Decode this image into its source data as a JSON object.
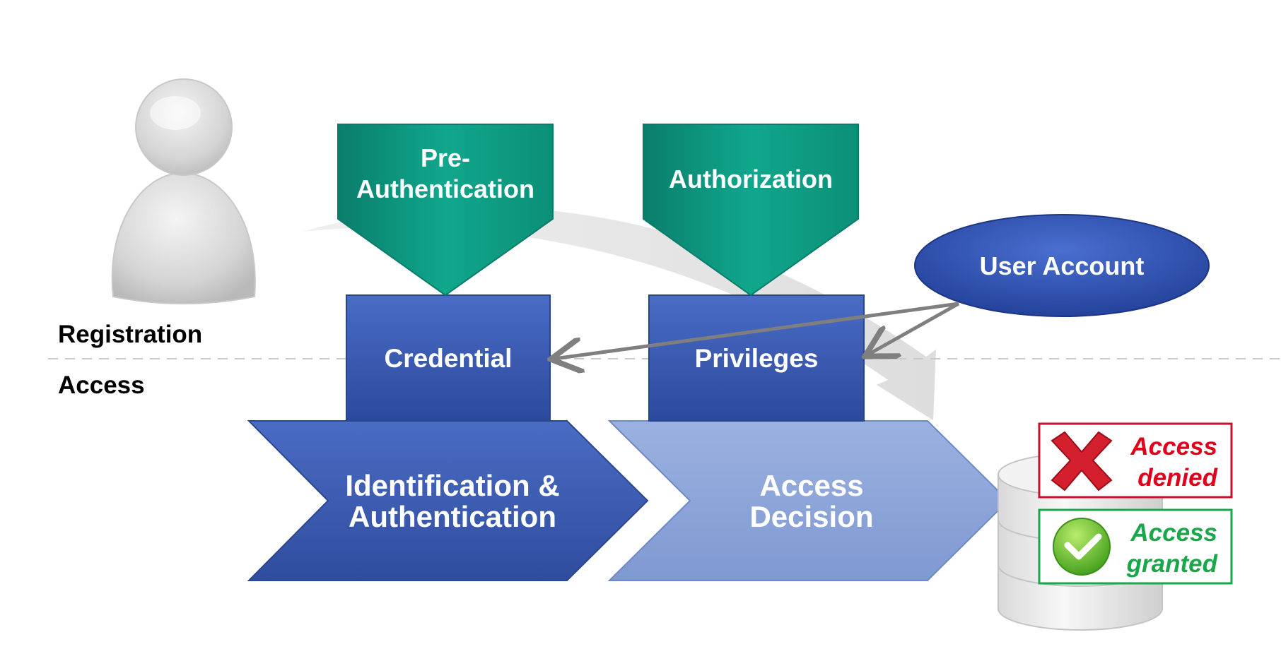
{
  "zones": {
    "registration": "Registration",
    "access": "Access"
  },
  "arrows_down": {
    "pre_auth_line1": "Pre-",
    "pre_auth_line2": "Authentication",
    "authorization": "Authorization"
  },
  "boxes": {
    "credential": "Credential",
    "privileges": "Privileges"
  },
  "user_account": "User Account",
  "chevrons": {
    "ident_line1": "Identification &",
    "ident_line2": "Authentication",
    "decision_line1": "Access",
    "decision_line2": "Decision"
  },
  "results": {
    "denied_line1": "Access",
    "denied_line2": "denied",
    "granted_line1": "Access",
    "granted_line2": "granted"
  },
  "icons": {
    "user": "person-icon",
    "database": "database-icon",
    "denied": "red-x-icon",
    "granted": "green-check-icon"
  },
  "colors": {
    "teal": "#0f9e86",
    "dark_blue": "#3555ad",
    "light_blue": "#8aa3d8",
    "denied_red": "#e0001b",
    "granted_green": "#1aa64a",
    "gray_arrow": "#7f7f7f"
  }
}
